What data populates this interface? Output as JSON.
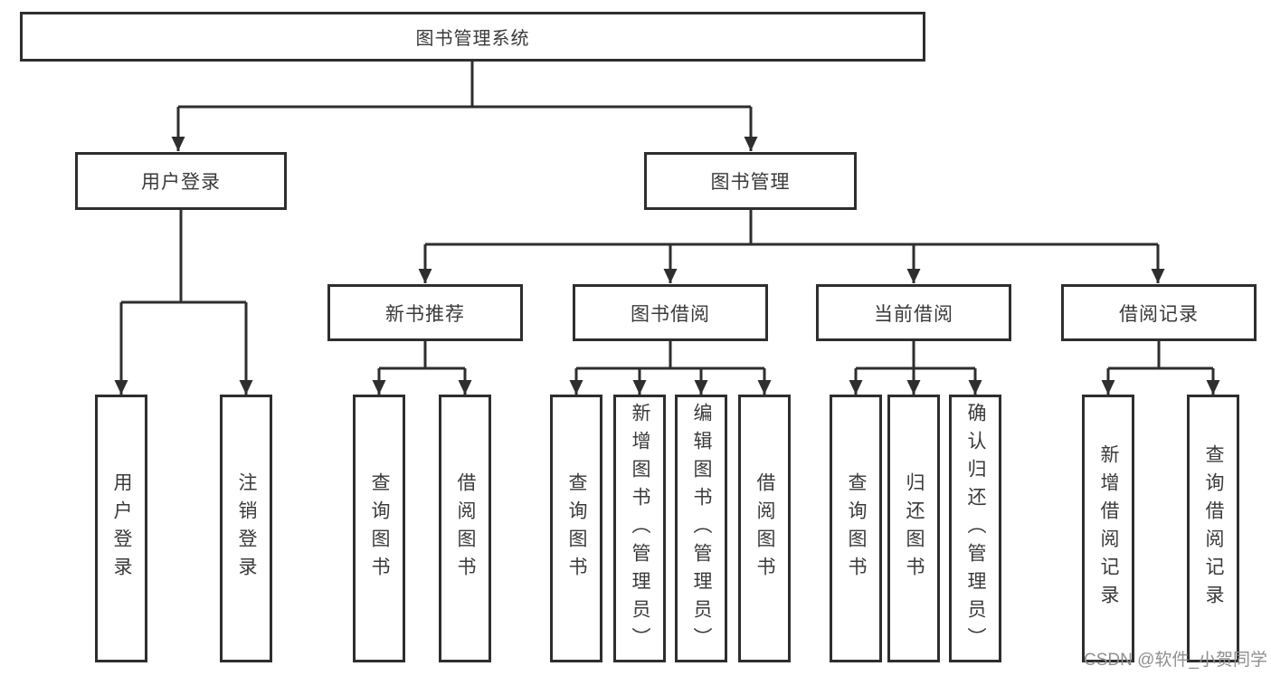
{
  "diagram": {
    "root_label": "图书管理系统",
    "user_login": {
      "label": "用户登录",
      "children": [
        {
          "label": "用户登录"
        },
        {
          "label": "注销登录"
        }
      ]
    },
    "book_management": {
      "label": "图书管理",
      "sections": [
        {
          "label": "新书推荐",
          "children": [
            {
              "label": "查询图书"
            },
            {
              "label": "借阅图书"
            }
          ]
        },
        {
          "label": "图书借阅",
          "children": [
            {
              "label": "查询图书"
            },
            {
              "label": "新增图书（管理员）"
            },
            {
              "label": "编辑图书（管理员）"
            },
            {
              "label": "借阅图书"
            }
          ]
        },
        {
          "label": "当前借阅",
          "children": [
            {
              "label": "查询图书"
            },
            {
              "label": "归还图书"
            },
            {
              "label": "确认归还（管理员）"
            }
          ]
        },
        {
          "label": "借阅记录",
          "children": [
            {
              "label": "新增借阅记录"
            },
            {
              "label": "查询借阅记录"
            }
          ]
        }
      ]
    }
  },
  "watermark": {
    "text": "CSDN @软件_小贺同学"
  },
  "colors": {
    "line": "#2e2e2e",
    "box_border": "#2e2e2e",
    "text": "#3a3a3a",
    "watermark": "#8f8f8f",
    "background": "#ffffff"
  }
}
